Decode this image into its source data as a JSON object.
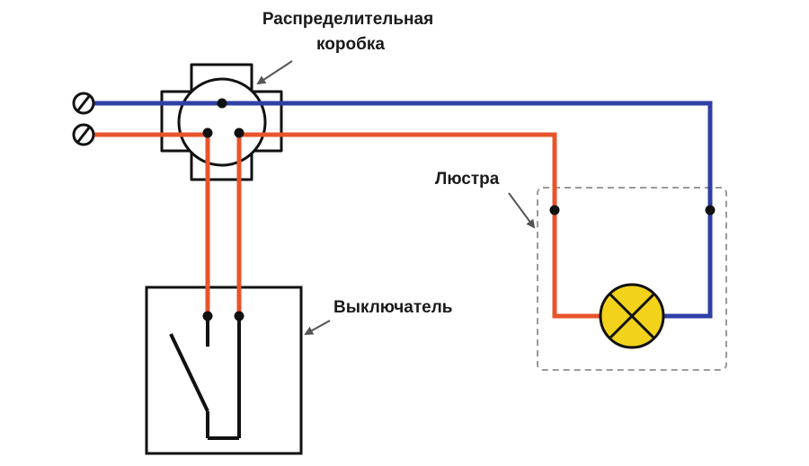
{
  "labels": {
    "junction_box_line1": "Распределительная",
    "junction_box_line2": "коробка",
    "chandelier": "Люстра",
    "switch": "Выключатель"
  },
  "colors": {
    "neutral_wire": "#2f3fa6",
    "phase_wire": "#e8542c",
    "outline": "#111111",
    "lamp_fill": "#f2d21b",
    "dashed_box": "#9a9a9a",
    "arrow": "#555555"
  },
  "icons": {
    "terminal": "terminal-screw-icon",
    "lamp": "lamp-cross-icon",
    "switch_contact": "switch-contact-icon",
    "arrow": "pointer-arrow-icon"
  }
}
